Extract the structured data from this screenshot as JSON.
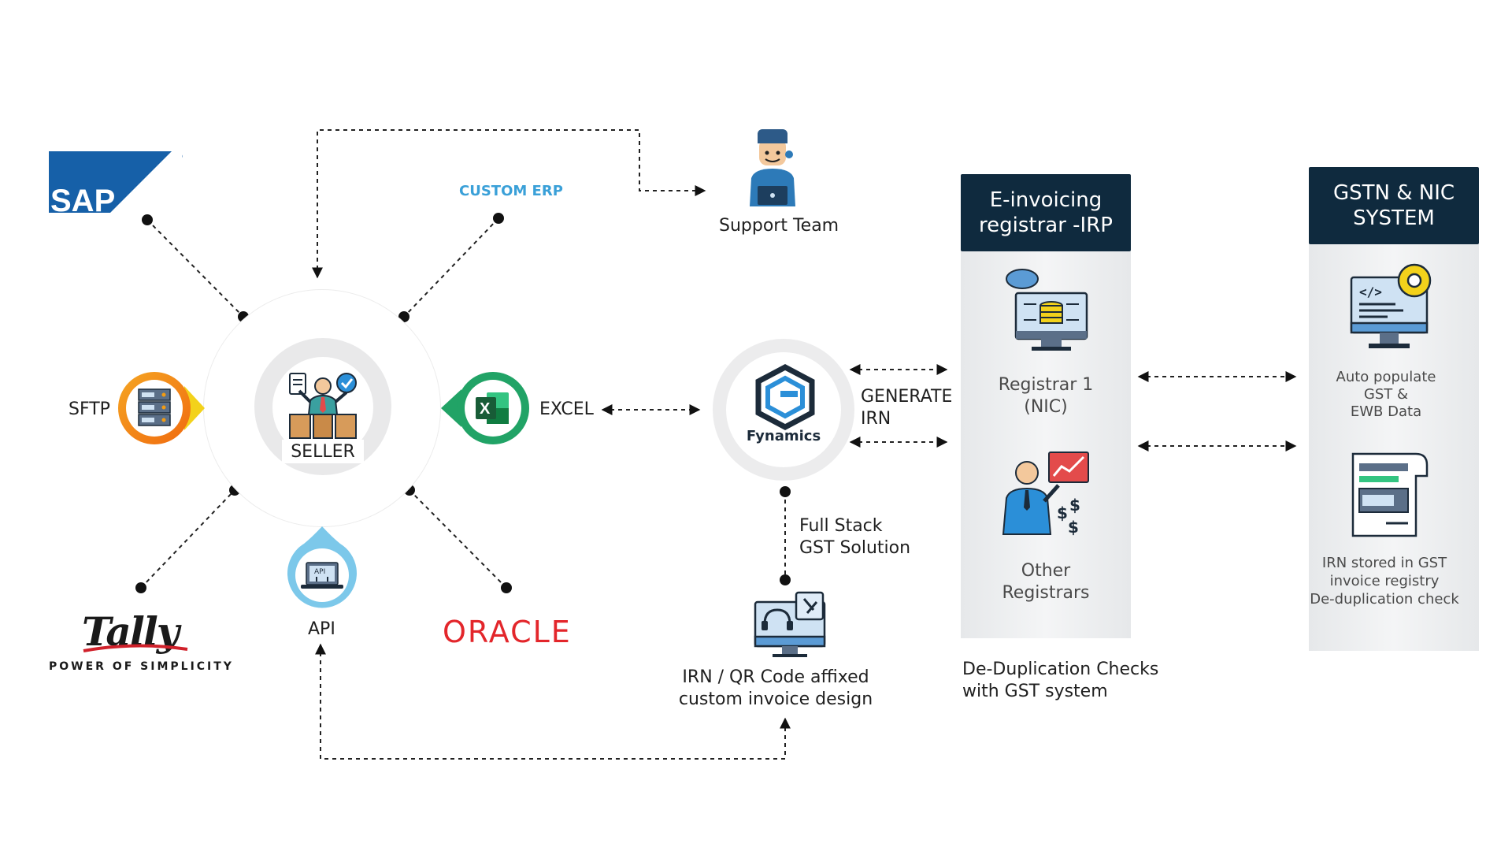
{
  "logos": {
    "sap": "SAP",
    "custom_erp": "CUSTOM ERP",
    "tally": "Tally",
    "tally_tagline": "POWER OF SIMPLICITY",
    "oracle": "ORACLE",
    "fynamics": "Fynamics"
  },
  "nodes": {
    "support_team": "Support Team",
    "seller": "SELLER",
    "sftp": "SFTP",
    "excel": "EXCEL",
    "api": "API",
    "api_badge": "API",
    "generate_irn_1": "GENERATE",
    "generate_irn_2": "IRN",
    "full_stack_1": "Full Stack",
    "full_stack_2": "GST Solution",
    "irn_qr_1": "IRN / QR Code affixed",
    "irn_qr_2": "custom invoice design",
    "dedup_1": "De-Duplication Checks",
    "dedup_2": "with GST system"
  },
  "irp_panel": {
    "title_1": "E-invoicing",
    "title_2": "registrar -IRP",
    "registrar1_1": "Registrar 1",
    "registrar1_2": "(NIC)",
    "other_1": "Other",
    "other_2": "Registrars"
  },
  "gstn_panel": {
    "title_1": "GSTN & NIC",
    "title_2": "SYSTEM",
    "auto_1": "Auto populate",
    "auto_2": "GST &",
    "auto_3": "EWB Data",
    "irn_1": "IRN stored in GST",
    "irn_2": "invoice registry",
    "irn_3": "De-duplication check"
  },
  "icons": [
    "support-agent-icon",
    "seller-icon",
    "server-icon",
    "excel-icon",
    "api-icon",
    "fynamics-logo-icon",
    "helpdesk-monitor-icon",
    "cloud-database-monitor-icon",
    "finance-person-icon",
    "code-settings-monitor-icon",
    "invoice-document-icon"
  ],
  "colors": {
    "navy": "#0f2a3e",
    "sap_blue": "#1660a8",
    "custom_erp": "#3aa0d8",
    "oracle_red": "#e3262b",
    "excel_green": "#21a366",
    "sftp_orange": "#f39c12",
    "api_blue": "#7cc8ea"
  }
}
